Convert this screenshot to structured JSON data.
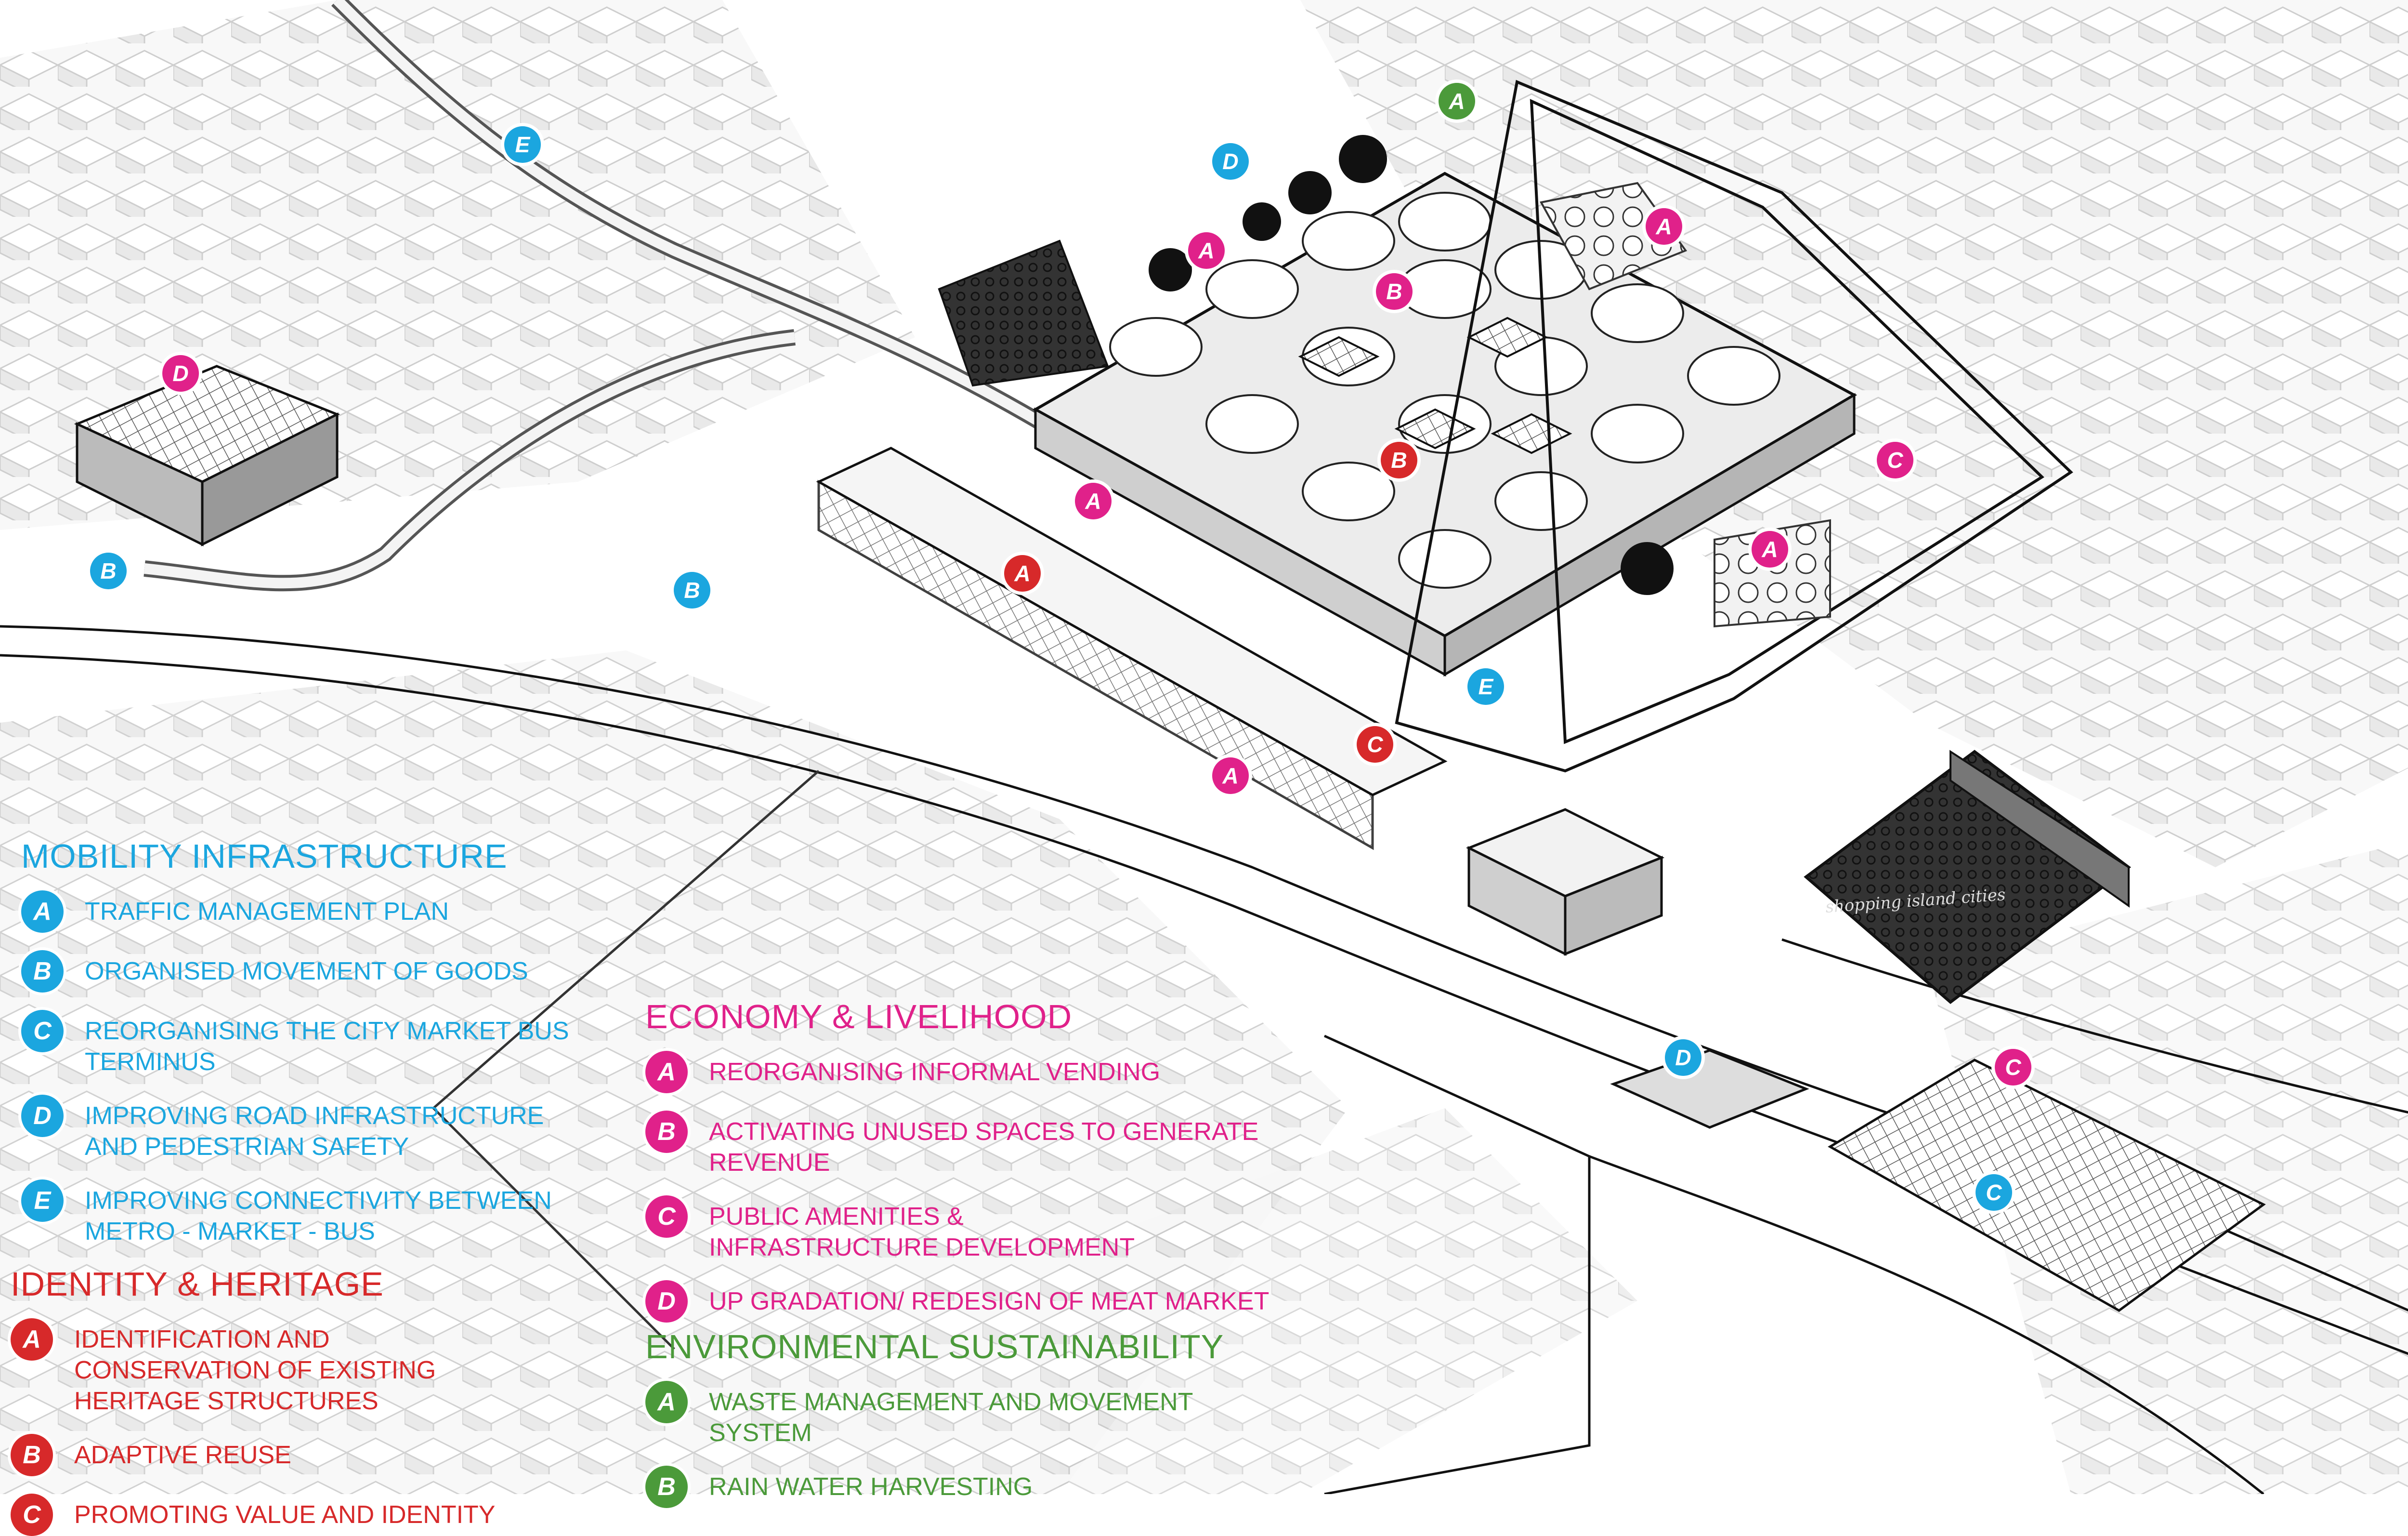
{
  "legend": {
    "mobility": {
      "title": "MOBILITY INFRASTRUCTURE",
      "color": "#1ba6df",
      "items": [
        {
          "letter": "A",
          "text": "TRAFFIC MANAGEMENT PLAN"
        },
        {
          "letter": "B",
          "text": "ORGANISED MOVEMENT OF GOODS"
        },
        {
          "letter": "C",
          "text": "REORGANISING THE CITY MARKET BUS TERMINUS"
        },
        {
          "letter": "D",
          "text": "IMPROVING ROAD INFRASTRUCTURE AND PEDESTRIAN SAFETY"
        },
        {
          "letter": "E",
          "text": "IMPROVING CONNECTIVITY BETWEEN METRO - MARKET - BUS"
        }
      ]
    },
    "heritage": {
      "title": "IDENTITY & HERITAGE",
      "color": "#d7292a",
      "items": [
        {
          "letter": "A",
          "text": "IDENTIFICATION AND CONSERVATION OF EXISTING HERITAGE STRUCTURES"
        },
        {
          "letter": "B",
          "text": "ADAPTIVE REUSE"
        },
        {
          "letter": "C",
          "text": "PROMOTING VALUE AND IDENTITY"
        }
      ]
    },
    "economy": {
      "title": "ECONOMY & LIVELIHOOD",
      "color": "#e0218a",
      "items": [
        {
          "letter": "A",
          "text": "REORGANISING INFORMAL VENDING"
        },
        {
          "letter": "B",
          "text": "ACTIVATING UNUSED SPACES TO GENERATE REVENUE"
        },
        {
          "letter": "C",
          "text": "PUBLIC AMENITIES & INFRASTRUCTURE DEVELOPMENT"
        },
        {
          "letter": "D",
          "text": "UP GRADATION/ REDESIGN OF MEAT MARKET"
        }
      ]
    },
    "environment": {
      "title": "ENVIRONMENTAL SUSTAINABILITY",
      "color": "#4b9a3a",
      "items": [
        {
          "letter": "A",
          "text": "WASTE MANAGEMENT AND MOVEMENT SYSTEM"
        },
        {
          "letter": "B",
          "text": "RAIN WATER HARVESTING"
        }
      ]
    }
  },
  "markers": [
    {
      "category": "environment",
      "letter": "A"
    },
    {
      "category": "mobility",
      "letter": "E"
    },
    {
      "category": "mobility",
      "letter": "D"
    },
    {
      "category": "economy",
      "letter": "A"
    },
    {
      "category": "economy",
      "letter": "A"
    },
    {
      "category": "economy",
      "letter": "B"
    },
    {
      "category": "economy",
      "letter": "D"
    },
    {
      "category": "heritage",
      "letter": "B"
    },
    {
      "category": "economy",
      "letter": "A"
    },
    {
      "category": "economy",
      "letter": "C"
    },
    {
      "category": "economy",
      "letter": "A"
    },
    {
      "category": "mobility",
      "letter": "B"
    },
    {
      "category": "mobility",
      "letter": "B"
    },
    {
      "category": "heritage",
      "letter": "A"
    },
    {
      "category": "mobility",
      "letter": "E"
    },
    {
      "category": "heritage",
      "letter": "C"
    },
    {
      "category": "economy",
      "letter": "A"
    },
    {
      "category": "mobility",
      "letter": "D"
    },
    {
      "category": "economy",
      "letter": "C"
    },
    {
      "category": "mobility",
      "letter": "C"
    }
  ],
  "signage": {
    "billboard_text": "shopping island cities"
  }
}
